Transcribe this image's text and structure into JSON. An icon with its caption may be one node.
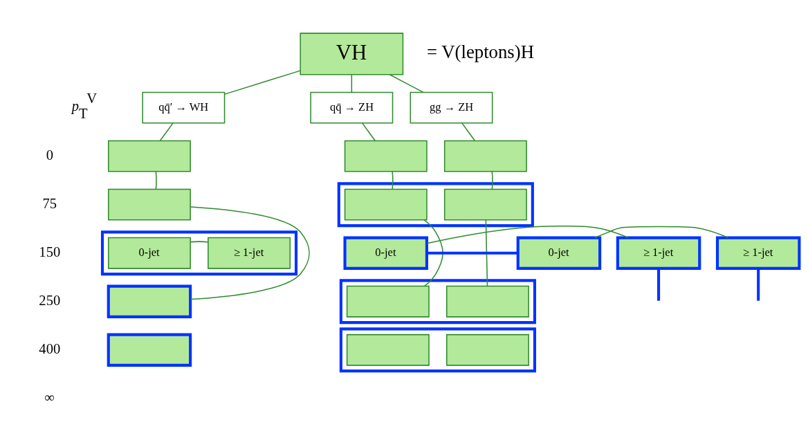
{
  "diagram": {
    "nodes": [
      {
        "text": [
          "VH"
        ],
        "beside": [
          "= V(leptons)H"
        ]
      },
      {
        "text": [
          "qq̄′ → WH"
        ]
      },
      {
        "text": [
          "qq̄ → ZH"
        ]
      },
      {
        "text": [
          "gg → ZH"
        ]
      },
      {
        "text": [],
        "shape": "box"
      },
      {
        "text": [],
        "shape": "box"
      },
      {
        "text": [],
        "shape": "box"
      },
      {
        "text": [],
        "shape": "box"
      },
      {
        "text": [],
        "shape": "box"
      },
      {
        "text": [],
        "shape": "box",
        "in": 8
      },
      {
        "text": [],
        "shape": "box",
        "in": 8
      },
      {
        "text": [],
        "shape": "box"
      },
      {
        "text": [
          "0-jet"
        ],
        "in": 11
      },
      {
        "text": [
          "≥ 1-jet"
        ],
        "in": 11
      },
      {
        "text": [
          "0-jet"
        ]
      },
      {
        "text": [
          "≥ 1-jet"
        ]
      },
      {
        "text": [
          "0-jet"
        ]
      },
      {
        "text": [
          "≥ 1-jet"
        ]
      },
      {
        "text": [],
        "shape": "box"
      },
      {
        "text": [],
        "shape": "box"
      },
      {
        "text": [],
        "shape": "box",
        "in": 19
      },
      {
        "text": [],
        "shape": "box",
        "in": 19
      },
      {
        "text": [],
        "shape": "box"
      },
      {
        "text": [],
        "shape": "box"
      },
      {
        "text": [],
        "shape": "box",
        "in": 23
      },
      {
        "text": [],
        "shape": "box",
        "in": 23
      }
    ],
    "edges": [
      {
        "from": 0,
        "to": 1,
        "arrow": "none"
      },
      {
        "from": 0,
        "to": 2,
        "arrow": "none"
      },
      {
        "from": 0,
        "to": 3,
        "arrow": "none"
      },
      {
        "from": 1,
        "to": 4,
        "arrow": "none"
      },
      {
        "from": 4,
        "to": 5,
        "arrow": "none"
      },
      {
        "from": 5,
        "to": 18,
        "arrow": "none"
      },
      {
        "from": 12,
        "to": 13,
        "arrow": "none"
      },
      {
        "from": 2,
        "to": 6,
        "arrow": "none"
      },
      {
        "from": 6,
        "to": 9,
        "arrow": "none"
      },
      {
        "from": 9,
        "to": 20,
        "arrow": "none"
      },
      {
        "from": 14,
        "to": 15,
        "arrow": "none"
      },
      {
        "from": 3,
        "to": 7,
        "arrow": "none"
      },
      {
        "from": 7,
        "to": 10,
        "arrow": "none"
      },
      {
        "from": 10,
        "to": 21,
        "arrow": "none"
      },
      {
        "from": 16,
        "to": 17,
        "arrow": "none"
      },
      {
        "from": 14,
        "to": 16,
        "arrow": "none",
        "style": "thick",
        "color": "#0033ff"
      },
      {
        "from": 15,
        "to": null,
        "arrow": "none",
        "style": "thick",
        "color": "#0033ff"
      },
      {
        "from": 17,
        "to": null,
        "arrow": "none",
        "style": "thick",
        "color": "#0033ff"
      }
    ],
    "labels": [
      "*p*$_{T}$$^{V}$",
      "0",
      "75",
      "150",
      "250",
      "400",
      "∞"
    ]
  }
}
